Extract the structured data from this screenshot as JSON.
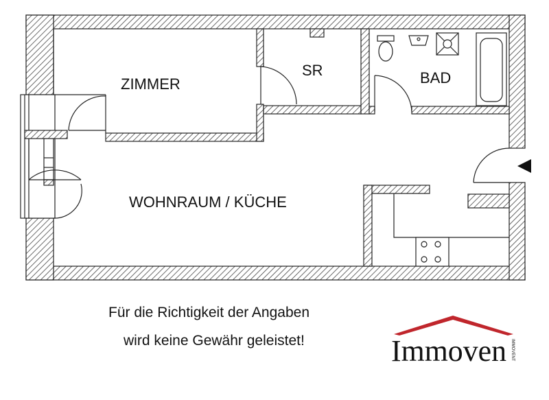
{
  "plan": {
    "rooms": {
      "zimmer": "ZIMMER",
      "sr": "SR",
      "bad": "BAD",
      "wohnraum": "WOHNRAUM / KÜCHE"
    },
    "entrance_marker": "entrance-arrow-icon"
  },
  "footer": {
    "disclaimer_line1": "Für die Richtigkeit der Angaben",
    "disclaimer_line2": "wird keine Gewähr geleistet!"
  },
  "logo": {
    "name": "Immoven",
    "sub": "IMMOVENT",
    "roof_color": "#c0262c"
  },
  "colors": {
    "wall_hatch": "#444444",
    "background": "#ffffff"
  }
}
